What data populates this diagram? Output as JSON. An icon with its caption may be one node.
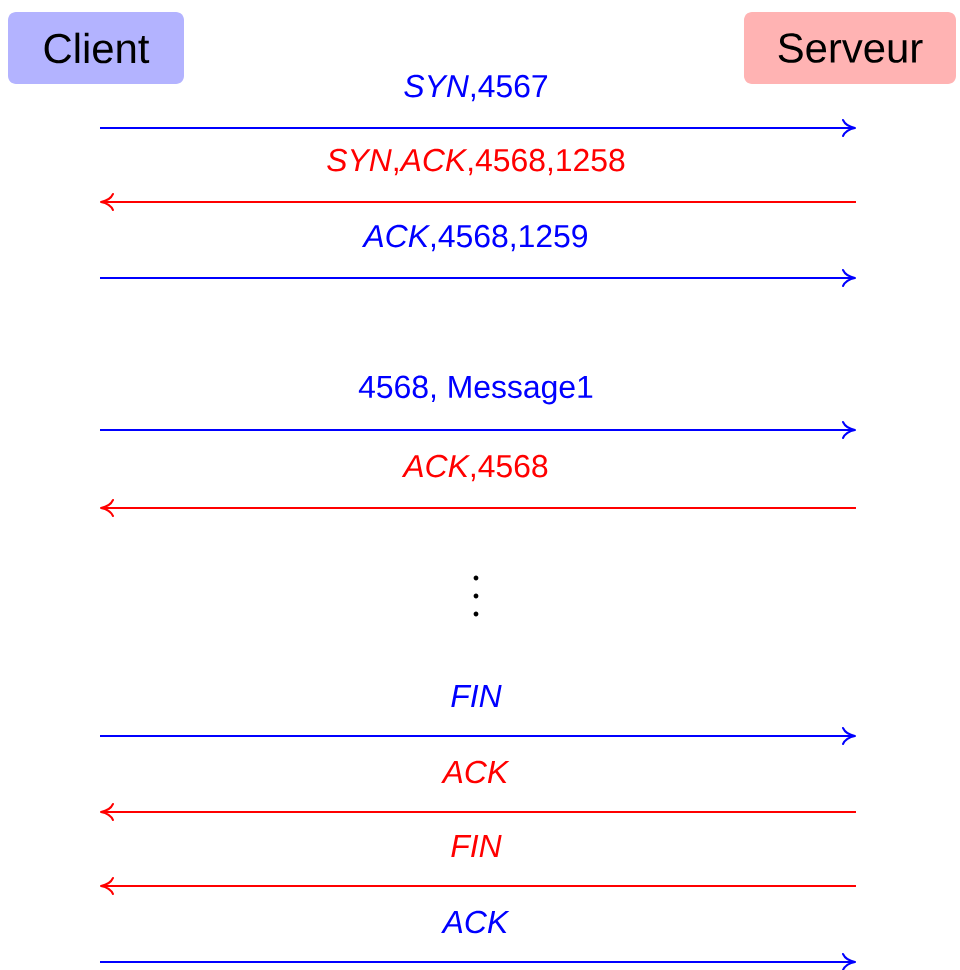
{
  "diagram": {
    "nodes": [
      {
        "text": [
          "Client"
        ]
      },
      {
        "text": [
          "Serveur"
        ]
      }
    ],
    "labels": [
      "*SYN*,4567",
      "*SYN*,*ACK*,4568,1258",
      "*ACK*,4568,1259",
      "4568, Message1",
      "*ACK*,4568",
      "*FIN*",
      "*ACK*",
      "*FIN*",
      "*ACK*"
    ]
  }
}
